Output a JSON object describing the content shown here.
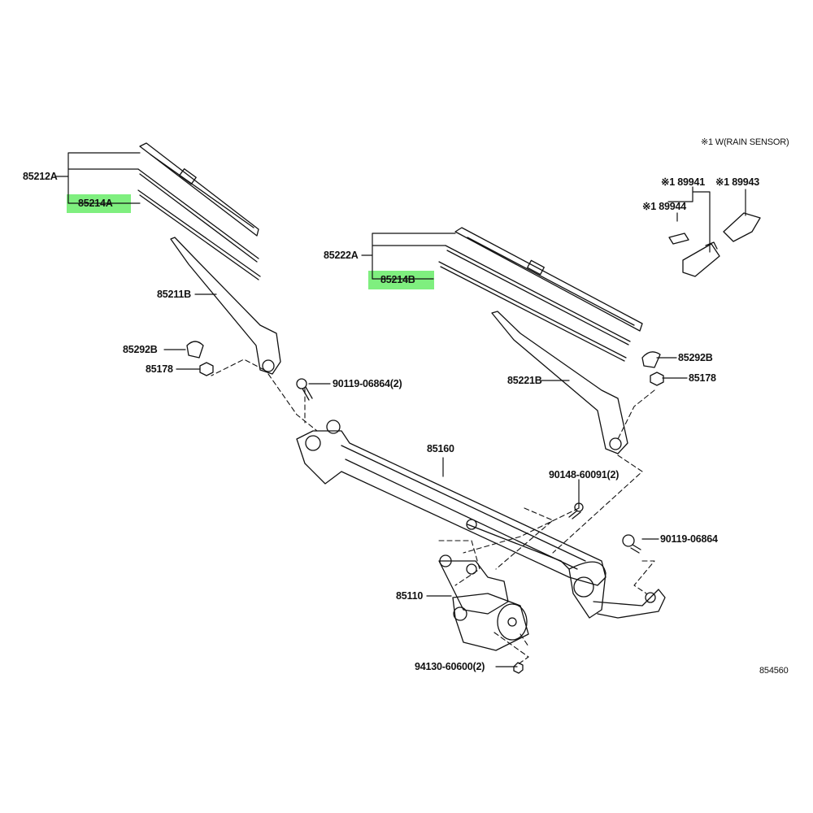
{
  "diagram": {
    "note": "※1 W(RAIN SENSOR)",
    "highlight_color": "#7fef7f",
    "drawing_id": "854560",
    "parts": {
      "p89941": "※1 89941",
      "p89943": "※1 89943",
      "p89944": "※1 89944",
      "p85212A": "85212A",
      "p85214A": "85214A",
      "p85211B": "85211B",
      "p85292B_left": "85292B",
      "p85178_left": "85178",
      "p90119_06864_2": "90119-06864(2)",
      "p85222A": "85222A",
      "p85214B": "85214B",
      "p85221B": "85221B",
      "p85292B_right": "85292B",
      "p85178_right": "85178",
      "p85160": "85160",
      "p90148_60091_2": "90148-60091(2)",
      "p90119_06864": "90119-06864",
      "p85110": "85110",
      "p94130_60600_2": "94130-60600(2)"
    }
  }
}
